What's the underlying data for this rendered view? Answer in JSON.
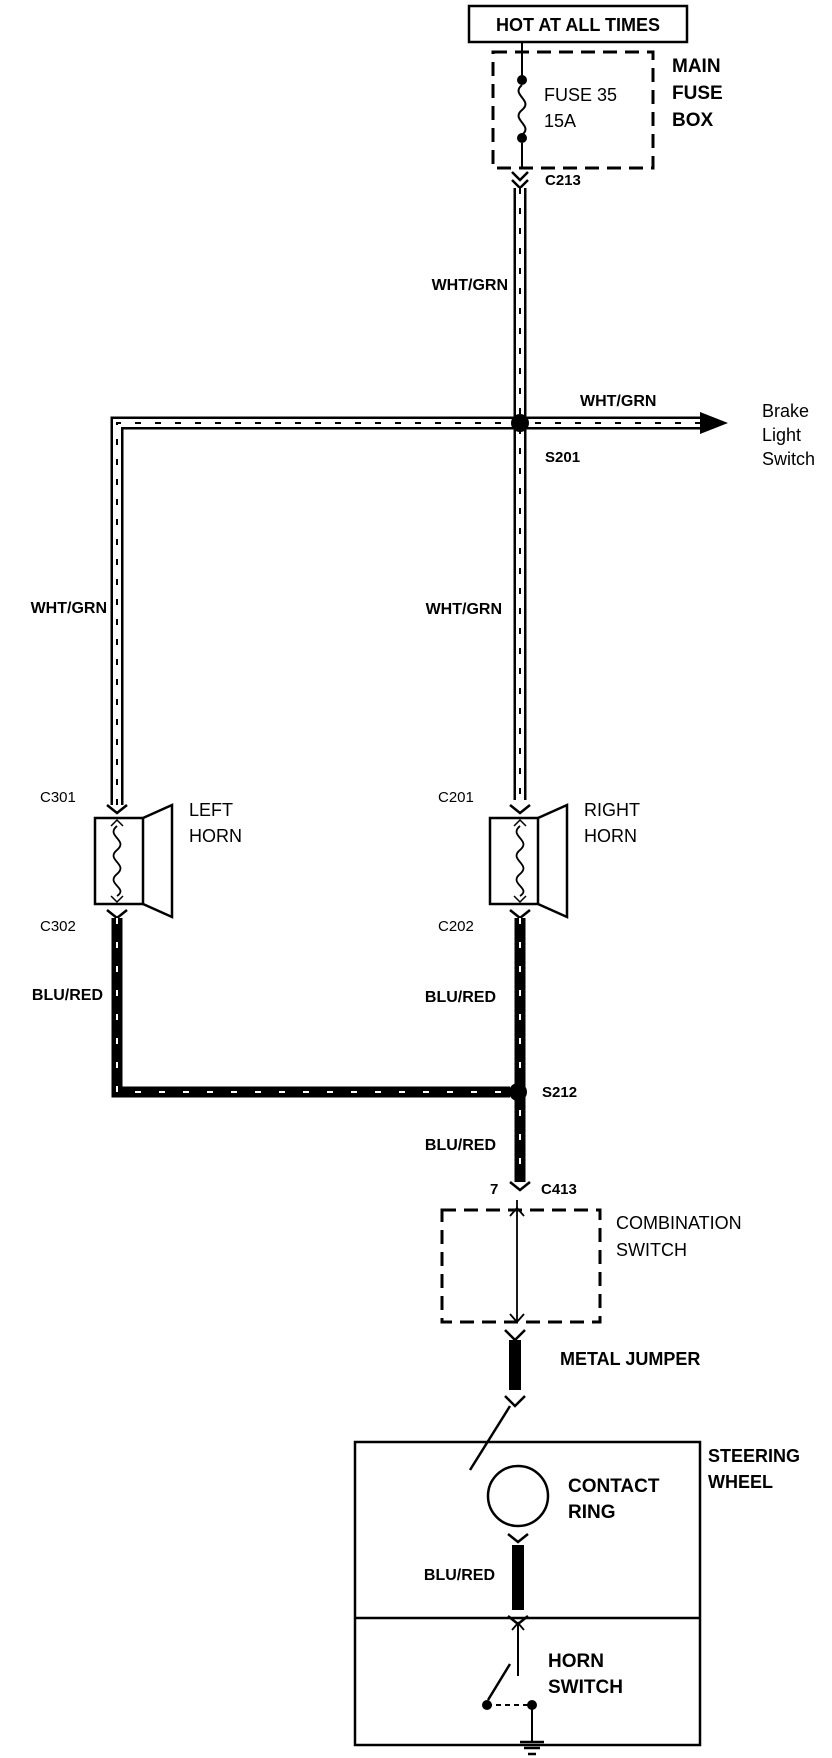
{
  "power": {
    "label": "HOT AT ALL TIMES"
  },
  "fuse": {
    "name": "FUSE 35",
    "rating": "15A",
    "box_line1": "MAIN",
    "box_line2": "FUSE",
    "box_line3": "BOX"
  },
  "connectors": {
    "c213": "C213",
    "s201": "S201",
    "c301": "C301",
    "c302": "C302",
    "c201": "C201",
    "c202": "C202",
    "s212": "S212",
    "c413": "C413",
    "c413_pin": "7"
  },
  "wires": {
    "wht_grn_main": "WHT/GRN",
    "wht_grn_branch": "WHT/GRN",
    "wht_grn_left": "WHT/GRN",
    "wht_grn_right": "WHT/GRN",
    "blu_red_left": "BLU/RED",
    "blu_red_right": "BLU/RED",
    "blu_red_lower": "BLU/RED",
    "blu_red_wheel": "BLU/RED"
  },
  "components": {
    "brake_line1": "Brake",
    "brake_line2": "Light",
    "brake_line3": "Switch",
    "left_horn_1": "LEFT",
    "left_horn_2": "HORN",
    "right_horn_1": "RIGHT",
    "right_horn_2": "HORN",
    "combo_1": "COMBINATION",
    "combo_2": "SWITCH",
    "metal_jumper": "METAL JUMPER",
    "steering_1": "STEERING",
    "steering_2": "WHEEL",
    "contact_1": "CONTACT",
    "contact_2": "RING",
    "horn_switch_1": "HORN",
    "horn_switch_2": "SWITCH"
  }
}
